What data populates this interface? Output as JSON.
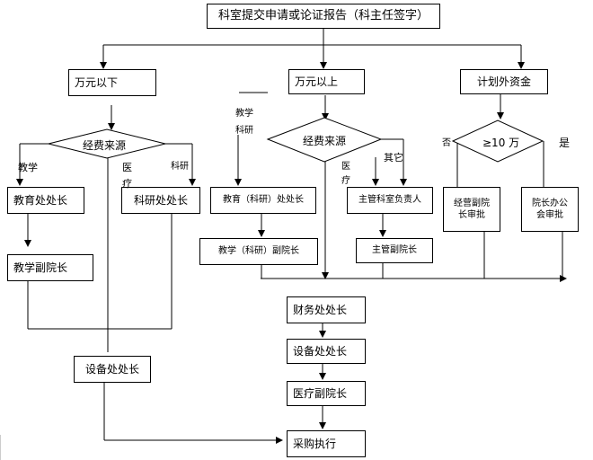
{
  "nodes": {
    "top": "科室提交申请或论证报告（科主任签字）",
    "under_10k": "万元以下",
    "over_10k": "万元以上",
    "unplanned_funds": "计划外资金",
    "funding_source_left": "经费来源",
    "funding_source_mid": "经费来源",
    "ge_100k": "≥10 万",
    "edu_director": "教育处处长",
    "research_director": "科研处处长",
    "edu_vice_president": "教学副院长",
    "equipment_director": "设备处处长",
    "edu_research_director": "教育（科研）处处长",
    "edu_research_vp": "教学（科研）副院长",
    "dept_head": "主管科室负责人",
    "supervising_vp": "主管副院长",
    "ops_vp_line1": "经营副院",
    "ops_vp_line2": "长审批",
    "office_meeting_line1": "院长办公",
    "office_meeting_line2": "会审批",
    "finance_director": "财务处处长",
    "equipment_director2": "设备处处长",
    "medical_vp": "医疗副院长",
    "procurement": "采购执行"
  },
  "labels": {
    "teaching_left": "教学",
    "medical_left": "医疗",
    "research_left": "科研",
    "teaching_mid": "教学",
    "research_mid": "科研",
    "medical_mid": "医疗",
    "other_mid": "其它",
    "no": "否",
    "yes": "是"
  }
}
